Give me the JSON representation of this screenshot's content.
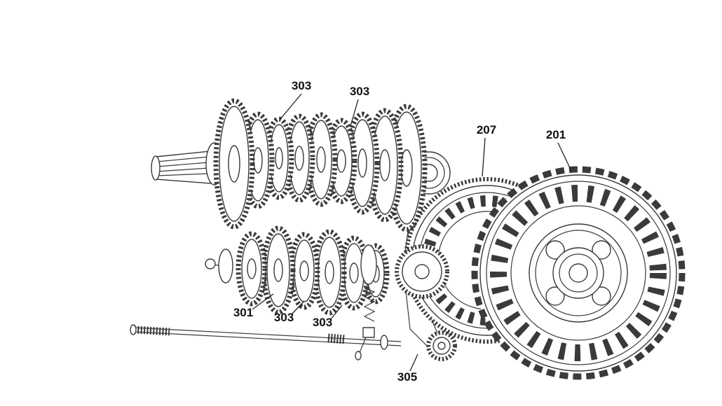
{
  "page": {
    "background": "#ffffff",
    "line_color": "#3a3a3a"
  },
  "figure": {
    "kind": "patent line drawing",
    "labels": {
      "l303a": "303",
      "l303b": "303",
      "l207": "207",
      "l201": "201",
      "l301": "301",
      "l303c": "303",
      "l303d": "303",
      "l305": "305"
    }
  }
}
